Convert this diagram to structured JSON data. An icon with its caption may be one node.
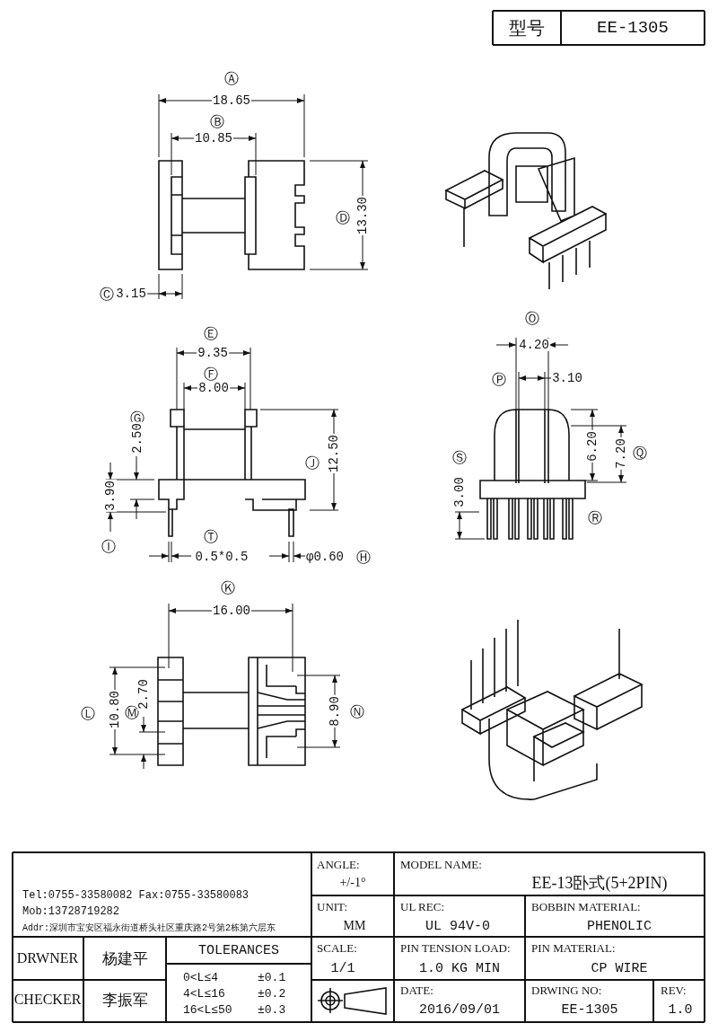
{
  "diagram": {
    "labels": [
      "型号",
      "EE-1305",
      "Ⓐ",
      "18.65",
      "Ⓑ",
      "10.85",
      "Ⓓ",
      "13.30",
      "Ⓒ",
      "3.15",
      "Ⓔ",
      "9.35",
      "Ⓕ",
      "8.00",
      "Ⓞ",
      "4.20",
      "Ⓟ",
      "3.10",
      "Ⓖ",
      "2.50",
      "Ⓙ",
      "12.50",
      "3.90",
      "Ⓢ",
      "3.00",
      "6.20",
      "7.20",
      "Ⓠ",
      "Ⓡ",
      "Ⓘ",
      "Ⓣ",
      "0.5*0.5",
      "φ0.60",
      "Ⓗ",
      "Ⓚ",
      "16.00",
      "Ⓛ",
      "10.80",
      "Ⓜ",
      "2.70",
      "8.90",
      "Ⓝ",
      "Tel:0755-33580082 Fax:0755-33580083",
      "Mob:13728719282",
      "Addr:深圳市宝安区福永街道桥头社区重庆路2号第2栋第六层东",
      "ANGLE:",
      "+/-1°",
      "MODEL NAME:",
      "EE-13卧式(5+2PIN)",
      "UNIT:",
      "MM",
      "UL REC:",
      "UL 94V-0",
      "BOBBIN MATERIAL:",
      "PHENOLIC",
      "DRWNER",
      "杨建平",
      "TOLERANCES",
      "SCALE:",
      "1/1",
      "PIN TENSION LOAD:",
      "1.0 KG MIN",
      "PIN MATERIAL:",
      "CP WIRE",
      "0<L≤4",
      "±0.1",
      "4<L≤16",
      "±0.2",
      "16<L≤50",
      "±0.3",
      "CHECKER",
      "李振军",
      "DATE:",
      "2016/09/01",
      "DRWING NO:",
      "EE-1305",
      "REV:",
      "1.0"
    ]
  }
}
